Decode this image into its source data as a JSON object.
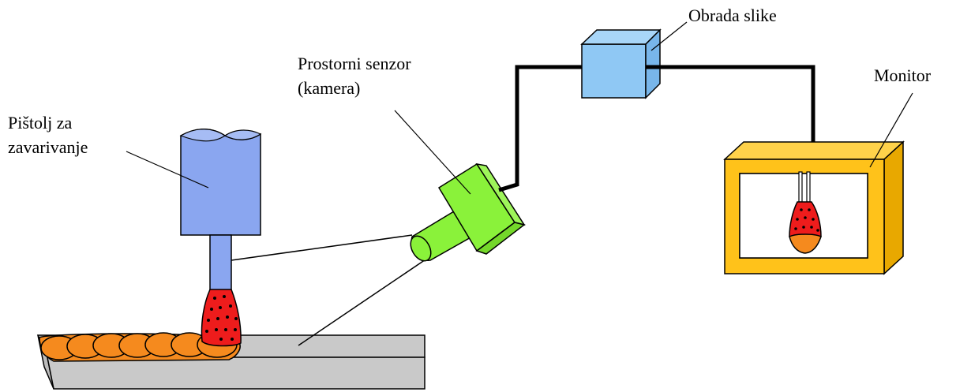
{
  "labels": {
    "gun_line1": "Pištolj za",
    "gun_line2": "zavarivanje",
    "sensor_line1": "Prostorni senzor",
    "sensor_line2": "(kamera)",
    "processing": "Obrada slike",
    "monitor": "Monitor"
  },
  "colors": {
    "gun": "#8aa6f0",
    "sensor": "#8af23a",
    "processing_box": "#8fc8f4",
    "monitor_frame": "#ffc21a",
    "weld_bead": "#f58a1e",
    "weld_pool": "#ee1c1c",
    "workpiece": "#c9c9c9",
    "cable": "#000000"
  }
}
